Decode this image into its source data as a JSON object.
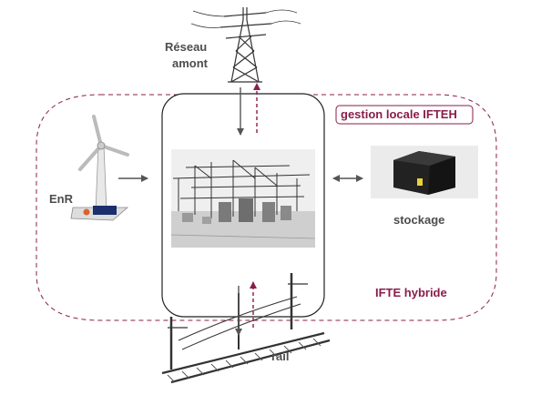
{
  "labels": {
    "upstream_network": [
      "Réseau",
      "amont"
    ],
    "renewables": "EnR",
    "storage": "stockage",
    "local_management": "gestion locale IFTEH",
    "hybrid_substation": "IFTE hybride",
    "rail": "rail"
  },
  "colors": {
    "maroon": "#8a1d4a",
    "gray_text": "#4d4d4d",
    "arrow": "#555555",
    "frame": "#222222"
  },
  "icons": [
    "pylon-icon",
    "wind-turbine-icon",
    "substation-photo",
    "battery-storage-icon",
    "railway-catenary-icon"
  ]
}
